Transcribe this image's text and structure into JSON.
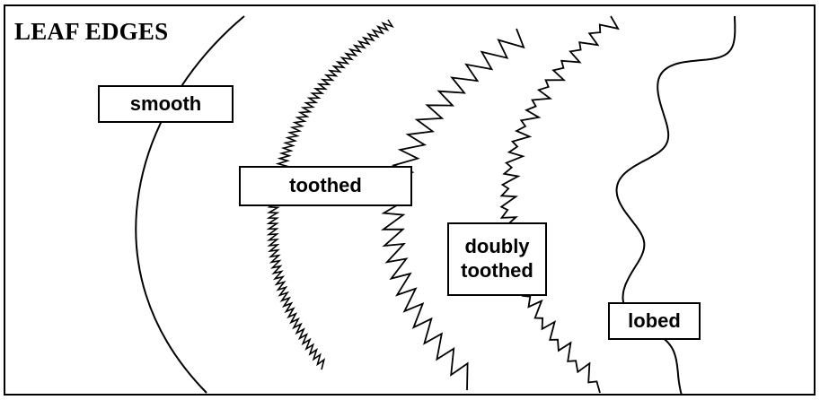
{
  "title": "LEAF EDGES",
  "labels": {
    "smooth": "smooth",
    "toothed": "toothed",
    "doubly_line1": "doubly",
    "doubly_line2": "toothed",
    "lobed": "lobed"
  }
}
